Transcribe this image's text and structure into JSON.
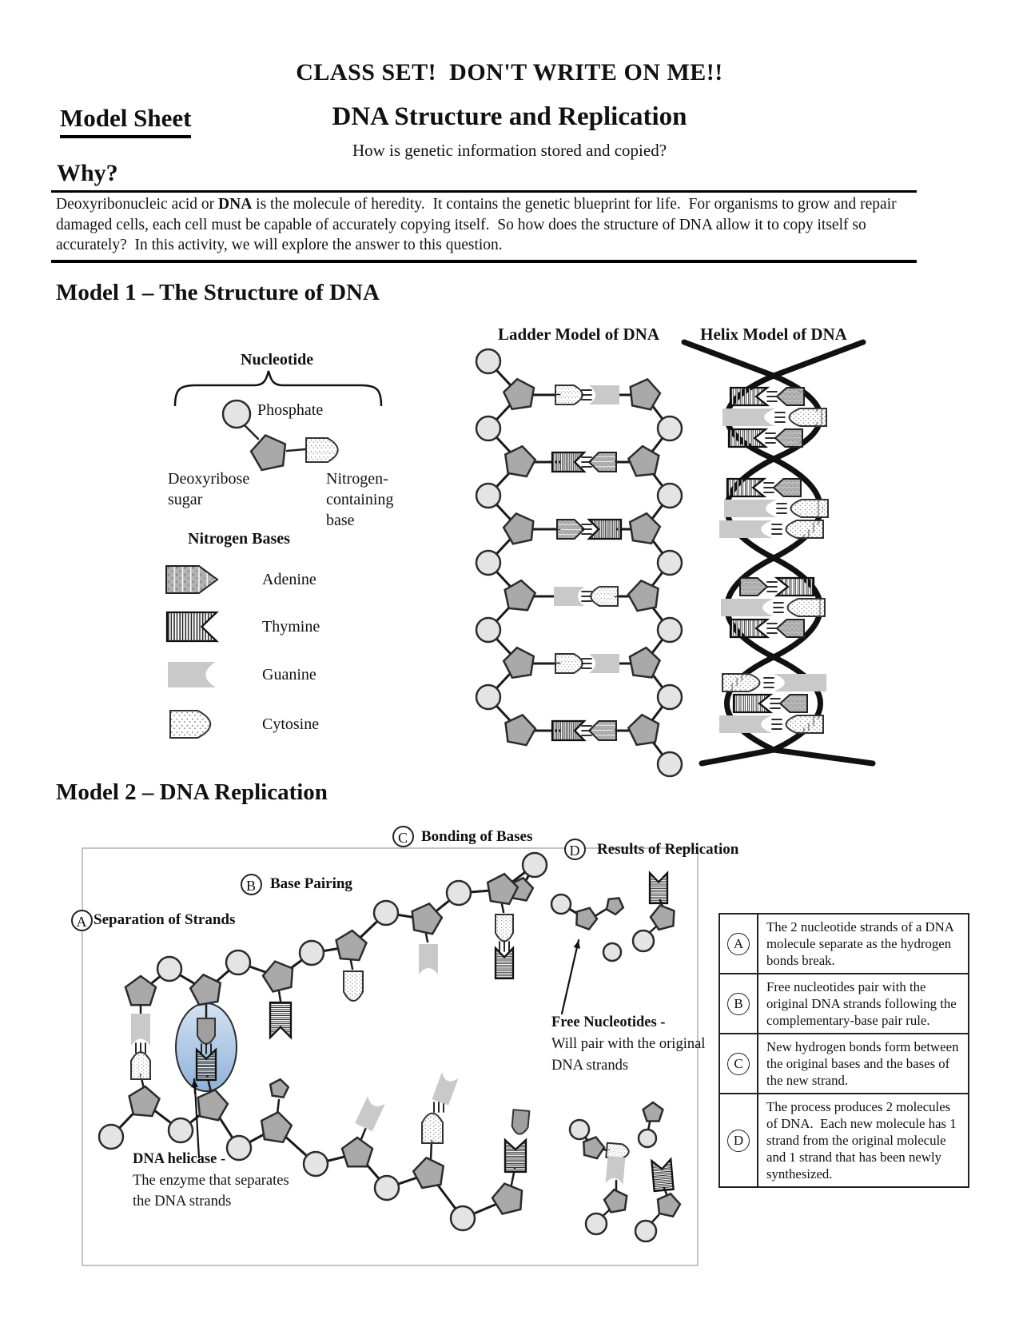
{
  "page": {
    "banner": "CLASS SET!  DON'T WRITE ON ME!!",
    "doc_label": "Model Sheet",
    "title": "DNA Structure and Replication",
    "subtitle": "How is genetic information stored and copied?"
  },
  "why": {
    "heading": "Why?",
    "text_pre": "Deoxyribonucleic acid or ",
    "text_bold": "DNA",
    "text_post": " is the molecule of heredity.  It contains the genetic blueprint for life.  For organisms to grow and repair damaged cells, each cell must be capable of accurately copying itself.  So how does the structure of DNA allow it to copy itself so accurately?  In this activity, we will explore the answer to this question."
  },
  "model1": {
    "heading": "Model 1 – The Structure of DNA",
    "nucleotide": {
      "label": "Nucleotide",
      "phosphate": "Phosphate",
      "sugar_line1": "Deoxyribose",
      "sugar_line2": "sugar",
      "base_line1": "Nitrogen-",
      "base_line2": "containing",
      "base_line3": "base"
    },
    "legend": {
      "heading": "Nitrogen Bases",
      "items": [
        {
          "code": "A",
          "label": "Adenine"
        },
        {
          "code": "T",
          "label": "Thymine"
        },
        {
          "code": "G",
          "label": "Guanine"
        },
        {
          "code": "C",
          "label": "Cytosine"
        }
      ]
    },
    "ladder": {
      "title": "Ladder Model of DNA",
      "rungs": [
        [
          "C",
          "G"
        ],
        [
          "T",
          "A"
        ],
        [
          "A",
          "T"
        ],
        [
          "G",
          "C"
        ],
        [
          "C",
          "G"
        ],
        [
          "T",
          "A"
        ]
      ]
    },
    "helix": {
      "title": "Helix Model of DNA",
      "eyes": [
        [
          [
            "T",
            "A"
          ],
          [
            "G",
            "C"
          ],
          [
            "T",
            "A"
          ]
        ],
        [
          [
            "T",
            "A"
          ],
          [
            "G",
            "C"
          ],
          [
            "G",
            "C"
          ]
        ],
        [
          [
            "A",
            "T"
          ],
          [
            "G",
            "C"
          ],
          [
            "T",
            "A"
          ]
        ],
        [
          [
            "C",
            "G"
          ],
          [
            "T",
            "A"
          ],
          [
            "G",
            "C"
          ]
        ]
      ]
    }
  },
  "model2": {
    "heading": "Model 2 – DNA Replication",
    "callouts": [
      {
        "letter": "A",
        "label": "Separation of Strands"
      },
      {
        "letter": "B",
        "label": "Base Pairing"
      },
      {
        "letter": "C",
        "label": "Bonding of Bases"
      },
      {
        "letter": "D",
        "label": "Results of Replication"
      }
    ],
    "free_nucleotides": {
      "title": "Free Nucleotides -",
      "line2": "Will pair with the original",
      "line3": "DNA strands"
    },
    "helicase": {
      "title": "DNA helicase -",
      "line2": "The enzyme that separates",
      "line3": "the DNA strands"
    },
    "table": [
      {
        "letter": "A",
        "text": "The 2 nucleotide strands of a DNA molecule separate as the hydrogen bonds break."
      },
      {
        "letter": "B",
        "text": "Free nucleotides pair with the original DNA strands following the complementary-base pair rule."
      },
      {
        "letter": "C",
        "text": "New hydrogen bonds form between the original bases and the bases of the new strand."
      },
      {
        "letter": "D",
        "text": "The process produces 2 molecules of DNA.  Each new molecule has 1 strand from the original molecule and 1 strand that has been newly synthesized."
      }
    ]
  },
  "colors": {
    "pentagon_fill": "#a9a9a9",
    "circle_fill": "#e4e4e4",
    "guanine_fill": "#c9c9c9",
    "outline": "#2b2b2b",
    "stripe_dark": "#111111",
    "helicase_blue_light": "#d4e2f2",
    "helicase_blue_dark": "#8fb2d9"
  }
}
